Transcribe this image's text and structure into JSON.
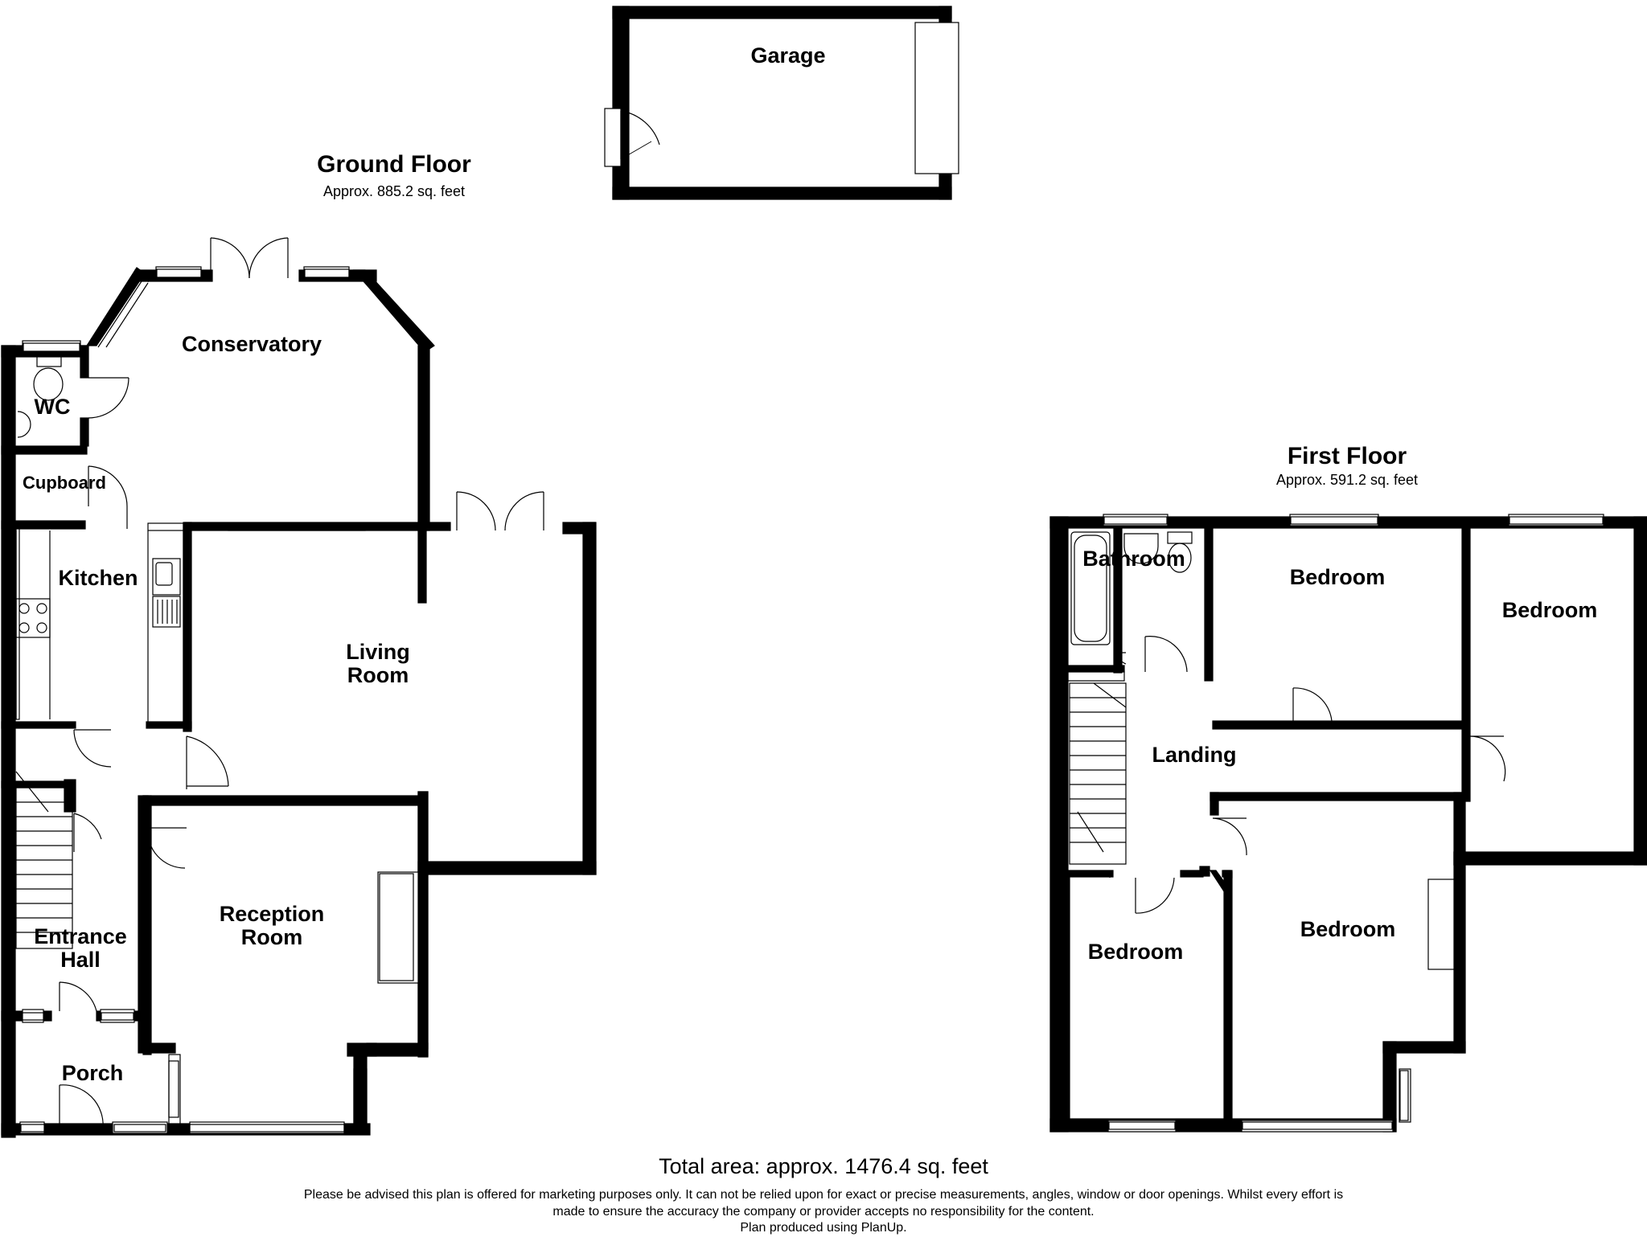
{
  "garage": {
    "label": "Garage"
  },
  "ground_floor": {
    "title": "Ground Floor",
    "area": "Approx. 885.2 sq. feet",
    "rooms": {
      "conservatory": "Conservatory",
      "wc": "WC",
      "cupboard": "Cupboard",
      "kitchen": "Kitchen",
      "living_room_1": "Living",
      "living_room_2": "Room",
      "reception_1": "Reception",
      "reception_2": "Room",
      "entrance_1": "Entrance",
      "entrance_2": "Hall",
      "porch": "Porch"
    }
  },
  "first_floor": {
    "title": "First Floor",
    "area": "Approx. 591.2 sq. feet",
    "rooms": {
      "bathroom": "Bathroom",
      "bedroom_top_middle": "Bedroom",
      "bedroom_top_right": "Bedroom",
      "landing": "Landing",
      "bedroom_bottom_left": "Bedroom",
      "bedroom_bottom_right": "Bedroom"
    }
  },
  "footer": {
    "total": "Total area: approx. 1476.4 sq. feet",
    "disclaimer_1": "Please be advised this plan is offered for marketing purposes only. It can not be relied upon for exact or precise measurements, angles, window or door openings. Whilst every effort is",
    "disclaimer_2": "made to ensure the accuracy the company or provider accepts no responsibility for the content.",
    "credit": "Plan produced using PlanUp."
  }
}
